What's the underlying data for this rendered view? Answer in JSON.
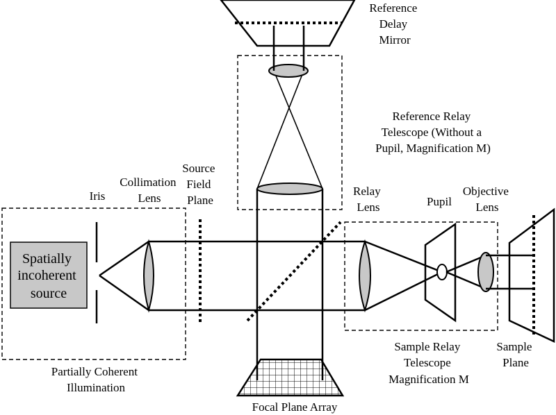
{
  "labels": {
    "source": [
      "Spatially",
      "incoherent",
      "source"
    ],
    "iris": "Iris",
    "collimation_lens": [
      "Collimation",
      "Lens"
    ],
    "source_field_plane": [
      "Source",
      "Field",
      "Plane"
    ],
    "reference_delay_mirror": [
      "Reference",
      "Delay",
      "Mirror"
    ],
    "reference_relay_telescope": [
      "Reference Relay",
      "Telescope (Without a",
      "Pupil, Magnification M)"
    ],
    "relay_lens": [
      "Relay",
      "Lens"
    ],
    "pupil": "Pupil",
    "objective_lens": [
      "Objective",
      "Lens"
    ],
    "partially_coherent_illumination": [
      "Partially Coherent",
      "Illumination"
    ],
    "sample_relay_telescope": [
      "Sample Relay",
      "Telescope",
      "Magnification M"
    ],
    "sample_plane": [
      "Sample",
      "Plane"
    ],
    "focal_plane_array": "Focal Plane Array"
  },
  "colors": {
    "lens_fill": "#c8c8c8",
    "source_box_fill": "#c8c8c8",
    "line": "#000000"
  }
}
